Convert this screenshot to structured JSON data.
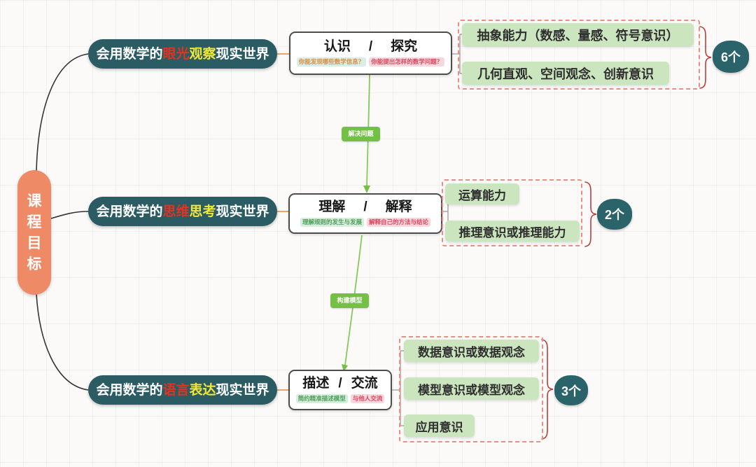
{
  "title": "课程目标",
  "root": {
    "chars": [
      "课",
      "程",
      "目",
      "标"
    ]
  },
  "branches": [
    {
      "goal": {
        "prefix": "会用数学的",
        "red": "眼光",
        "yellow": "观察",
        "suffix": "现实世界"
      },
      "process": {
        "left": "认识",
        "sep": "/",
        "right": "探究",
        "q_green": "你能发现哪些数学信息？",
        "q_pink": "你能提出怎样的数学问题？"
      },
      "abilities": [
        "抽象能力（数感、量感、符号意识）",
        "几何直观、空间观念、创新意识"
      ],
      "count": "6个"
    },
    {
      "goal": {
        "prefix": "会用数学的",
        "red": "思维",
        "yellow": "思考",
        "suffix": "现实世界"
      },
      "process": {
        "left": "理解",
        "sep": "/",
        "right": "解释",
        "q_green": "理解规则的发生与发展",
        "q_pink": "解释自己的方法与结论"
      },
      "abilities": [
        "运算能力",
        "推理意识或推理能力"
      ],
      "count": "2个"
    },
    {
      "goal": {
        "prefix": "会用数学的",
        "red": "语言",
        "yellow": "表达",
        "suffix": "现实世界"
      },
      "process": {
        "left": "描述",
        "sep": "/",
        "right": "交流",
        "q_green": "简约精准描述模型",
        "q_pink": "与他人交流"
      },
      "abilities": [
        "数据意识或数据观念",
        "模型意识或模型观念",
        "应用意识"
      ],
      "count": "3个"
    }
  ],
  "edge_labels": [
    "解决问题",
    "构建模型"
  ],
  "colors": {
    "root_bg": "#ee8a66",
    "goal_bg": "#2b5c63",
    "highlight_red": "#e23222",
    "highlight_yellow": "#f2e735",
    "ability_bg": "#cbe5bf",
    "count_bg": "#2b636b",
    "dashed_border": "#ea8f85",
    "brace": "#b5413c",
    "edge_green": "#74c044",
    "connector_orange": "#e8873c",
    "connector_dark": "#333333",
    "connector_gray": "#9a9a9a"
  }
}
